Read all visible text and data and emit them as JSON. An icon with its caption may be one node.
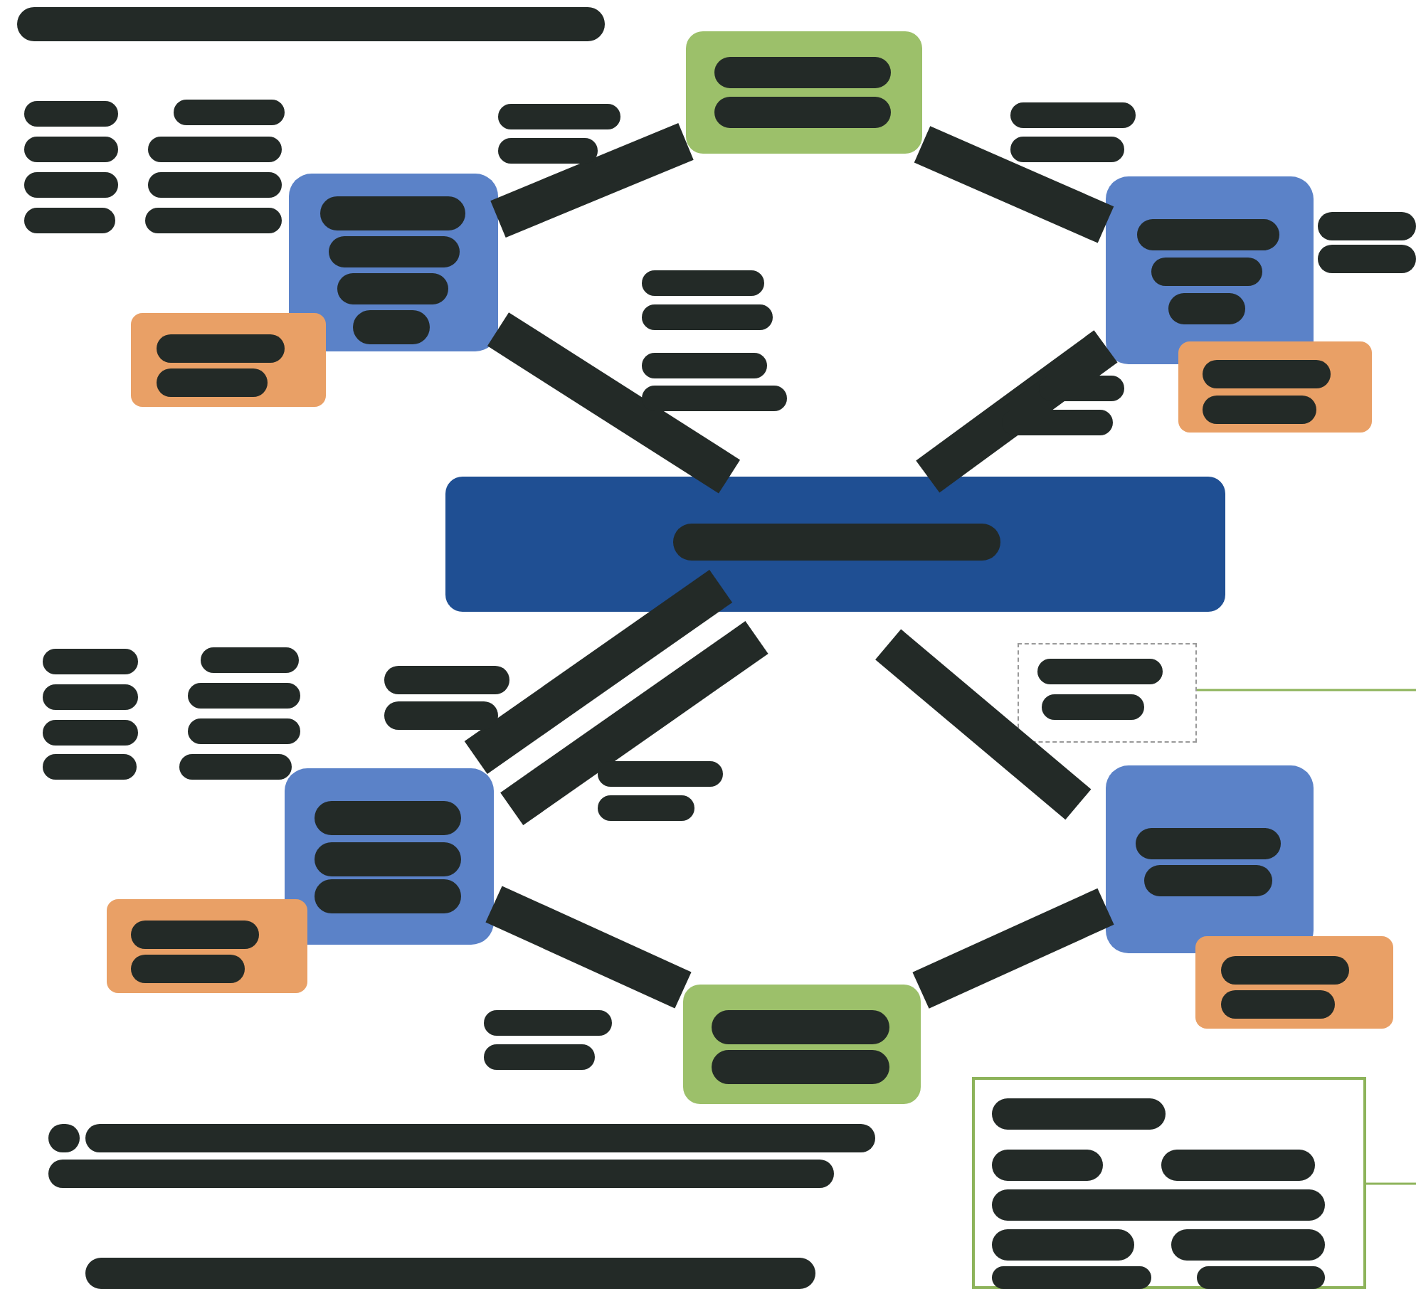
{
  "diagram": {
    "nodes": [
      {
        "text": [],
        "shape": "box"
      },
      {
        "text": [],
        "shape": "box"
      },
      {
        "text": [],
        "shape": "box"
      },
      {
        "text": [],
        "shape": "box"
      },
      {
        "text": [],
        "shape": "box"
      },
      {
        "text": [],
        "shape": "box"
      },
      {
        "text": [],
        "shape": "box"
      },
      {
        "text": [],
        "shape": "box"
      },
      {
        "text": [],
        "shape": "box"
      },
      {
        "text": [],
        "shape": "box"
      },
      {
        "text": [],
        "shape": "box"
      },
      {
        "text": [],
        "shape": "box"
      },
      {
        "text": [],
        "shape": "box"
      }
    ],
    "edges": [
      {
        "from": 1,
        "to": 0,
        "arrow": "none"
      },
      {
        "from": 0,
        "to": 3,
        "arrow": "none"
      },
      {
        "from": 1,
        "to": 5,
        "arrow": "none"
      },
      {
        "from": 3,
        "to": 5,
        "arrow": "none"
      },
      {
        "from": 5,
        "to": 7,
        "arrow": "none"
      },
      {
        "from": 5,
        "to": 7,
        "arrow": "none"
      },
      {
        "from": 5,
        "to": 9,
        "arrow": "none"
      },
      {
        "from": 7,
        "to": 11,
        "arrow": "none"
      },
      {
        "from": 11,
        "to": 9,
        "arrow": "none"
      },
      {
        "from": 6,
        "to": null,
        "arrow": "none",
        "color": "#8db35a"
      },
      {
        "from": 12,
        "to": null,
        "arrow": "none",
        "color": "#8db35a"
      }
    ]
  }
}
